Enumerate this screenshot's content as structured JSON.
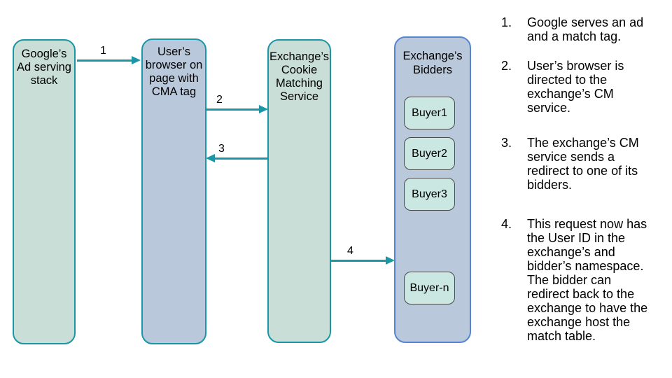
{
  "diagram": {
    "arrow_color": "#1b96a6",
    "buyer_fill": "#cbe7e1",
    "buyer_border": "#4a4a4a",
    "nodes": [
      {
        "id": "google-ad-stack",
        "label": "Google’s Ad serving stack",
        "lines": [
          "Google’s",
          "Ad serving",
          "stack"
        ],
        "fill": "#c8ded6",
        "border": "#1b96a6"
      },
      {
        "id": "user-browser",
        "label": "User’s browser on page with CMA tag",
        "lines": [
          "User’s",
          "browser on",
          "page with",
          "CMA tag"
        ],
        "fill": "#b9c8da",
        "border": "#1b96a6"
      },
      {
        "id": "cookie-matching-service",
        "label": "Exchange’s Cookie Matching Service",
        "lines": [
          "Exchange’s",
          "Cookie",
          "Matching",
          "Service"
        ],
        "fill": "#c8ded6",
        "border": "#1b96a6"
      },
      {
        "id": "exchange-bidders",
        "label": "Exchange’s Bidders",
        "lines": [
          "Exchange’s",
          "Bidders"
        ],
        "fill": "#b9c8da",
        "border": "#5585d2",
        "children": [
          "Buyer1",
          "Buyer2",
          "Buyer3",
          "Buyer-n"
        ]
      }
    ],
    "arrows": [
      {
        "label": "1",
        "from": "google-ad-stack",
        "to": "user-browser",
        "direction": "right"
      },
      {
        "label": "2",
        "from": "user-browser",
        "to": "cookie-matching-service",
        "direction": "right"
      },
      {
        "label": "3",
        "from": "cookie-matching-service",
        "to": "user-browser",
        "direction": "left"
      },
      {
        "label": "4",
        "from": "cookie-matching-service",
        "to": "exchange-bidders",
        "direction": "right"
      }
    ]
  },
  "steps": [
    {
      "num": "1.",
      "text": "Google serves an ad and a match tag."
    },
    {
      "num": "2.",
      "text": "User’s browser is directed to the exchange’s CM service."
    },
    {
      "num": "3.",
      "text": "The exchange’s CM service sends a redirect to one of its bidders."
    },
    {
      "num": "4.",
      "text": "This request now has the User ID in the exchange’s and bidder’s namespace. The bidder can redirect back to the exchange to have the exchange host the match table."
    }
  ]
}
